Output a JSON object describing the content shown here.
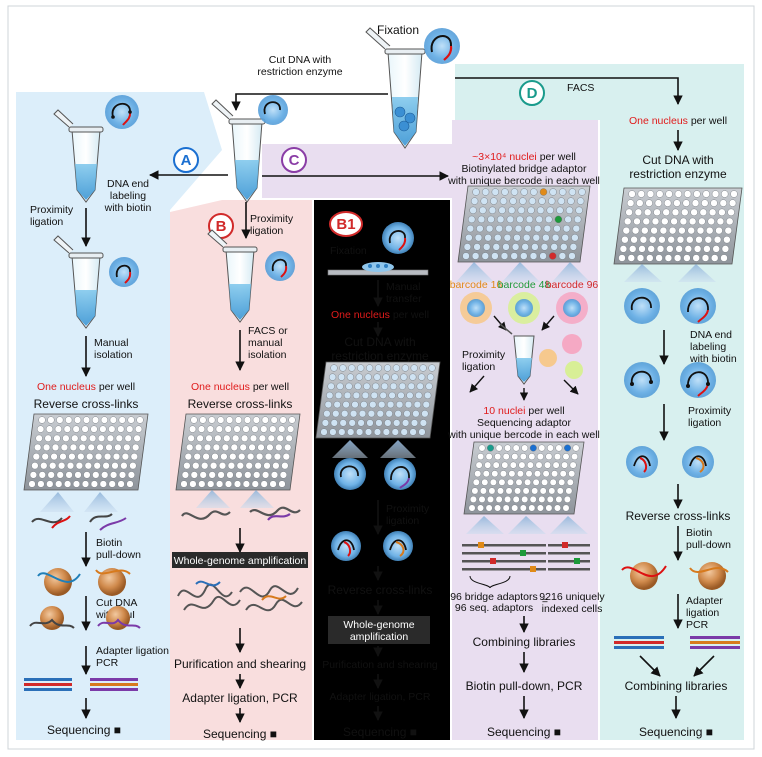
{
  "labels": {
    "fixation": "Fixation",
    "cut_dna_restriction": "Cut DNA with\nrestriction enzyme",
    "facs": "FACS",
    "one_nucleus_red": "One nucleus",
    "per_well": "per well"
  },
  "panel_a": {
    "letter": "A",
    "dna_end_labeling": "DNA end\nlabeling\nwith biotin",
    "proximity_ligation": "Proximity\nligation",
    "manual_isolation": "Manual\nisolation",
    "reverse_crosslinks": "Reverse cross-links",
    "biotin_pulldown": "Biotin\npull-down",
    "cut_alui": "Cut DNA\nwith AluI",
    "adapter_ligation": "Adapter ligation\nPCR",
    "sequencing": "Sequencing"
  },
  "panel_b": {
    "letter": "B",
    "proximity_ligation": "Proximity\nligation",
    "facs_manual": "FACS or\nmanual\nisolation",
    "reverse_crosslinks": "Reverse cross-links",
    "wga": "Whole-genome amplification",
    "purification": "Purification and shearing",
    "adapter_pcr": "Adapter ligation, PCR",
    "sequencing": "Sequencing"
  },
  "panel_b1": {
    "letter": "B1",
    "fixation": "Fixation",
    "manual_transfer": "Manual\ntransfer",
    "cut_dna": "Cut DNA with\nrestriction enzyme",
    "proximity_ligation": "Proximity\nligation",
    "reverse_crosslinks": "Reverse cross-links",
    "wga": "Whole-genome\namplification",
    "purification": "Purification and shearing",
    "adapter_pcr": "Adapter ligation, PCR",
    "sequencing": "Sequencing"
  },
  "panel_c": {
    "letter": "C",
    "nuclei_count_red": "~3×10⁴ nuclei",
    "per_well": "per well",
    "bridge_adaptor": "Biotinylated bridge adaptor",
    "unique_barcode": "with unique bercode in each well",
    "barcode16": "barcode 16",
    "barcode48": "barcode 48",
    "barcode96": "barcode 96",
    "proximity_ligation": "Proximity\nligation",
    "ten_nuclei_red": "10 nuclei",
    "seq_adaptor": "Sequencing adaptor",
    "unique_barcode2": "with unique bercode in each well",
    "bridge96": "96 bridge adaptors",
    "seq96": "96 seq. adaptors",
    "equals": "=",
    "indexed_cells": "9216 uniquely\nindexed cells",
    "combining": "Combining libraries",
    "biotin_pcr": "Biotin pull-down, PCR",
    "sequencing": "Sequencing"
  },
  "panel_d": {
    "letter": "D",
    "cut_dna": "Cut DNA with\nrestriction enzyme",
    "dna_end_labeling": "DNA end\nlabeling\nwith biotin",
    "proximity_ligation": "Proximity\nligation",
    "reverse_crosslinks": "Reverse cross-links",
    "biotin_pulldown": "Biotin\npull-down",
    "adapter_pcr": "Adapter\nligation\nPCR",
    "combining": "Combining libraries",
    "sequencing": "Sequencing"
  },
  "colors": {
    "panel_a": "#dceefa",
    "panel_b": "#f9dede",
    "panel_c": "#e9def0",
    "panel_d": "#d8f0ef",
    "letter_a": "#1a6fd1",
    "letter_b": "#d12a2a",
    "letter_c": "#8a3da6",
    "letter_d": "#1a9b8c",
    "highlight_red": "#e01b1b"
  }
}
